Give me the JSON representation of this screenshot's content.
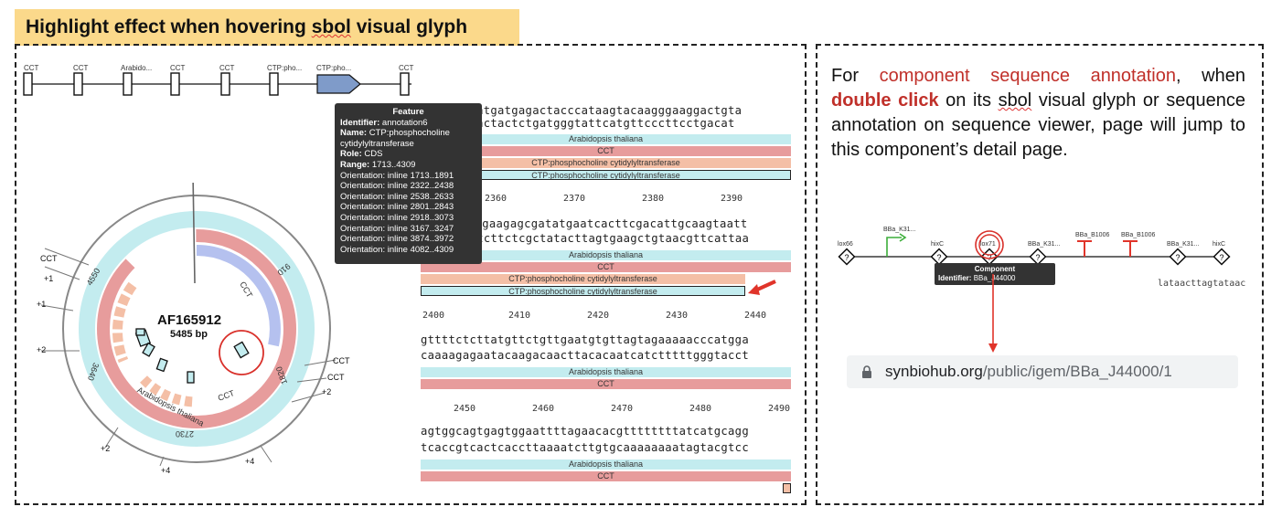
{
  "banner": {
    "title_part1": "Highlight effect when hovering ",
    "title_sbol": "sbol",
    "title_part2": " visual glyph"
  },
  "glyph_row": {
    "labels": [
      "CCT",
      "CCT",
      "Arabido...",
      "CCT",
      "CCT",
      "CTP:pho...",
      "CTP:pho...",
      "CCT"
    ]
  },
  "tooltip": {
    "header": "Feature",
    "identifier_label": "Identifier:",
    "identifier": "annotation6",
    "name_label": "Name:",
    "name": "CTP:phosphocholine cytidylyltransferase",
    "role_label": "Role:",
    "role": "CDS",
    "range_label": "Range:",
    "range": "1713..4309",
    "orientations": [
      "Orientation: inline 1713..1891",
      "Orientation: inline 2322..2438",
      "Orientation: inline 2538..2633",
      "Orientation: inline 2801..2843",
      "Orientation: inline 2918..3073",
      "Orientation: inline 3167..3247",
      "Orientation: inline 3874..3972",
      "Orientation: inline 4082..4309"
    ]
  },
  "circular": {
    "name": "AF165912",
    "length": "5485 bp",
    "ring_labels": {
      "ticks": [
        "910",
        "1820",
        "2730",
        "3640",
        "4550"
      ],
      "arabidopsis": "Arabidopsis thaliana",
      "cct_inner": "CCT",
      "cct_blue": "CCT"
    },
    "outer_labels": [
      "CCT",
      "+1",
      "+1",
      "+2",
      "CCT",
      "CCT",
      "+2",
      "+2",
      "+4",
      "+4"
    ]
  },
  "sequence": {
    "block1": {
      "top": "gtgttggaatgatgagactacccataagtacaagggaaggactgta",
      "bottom": "cacaacttactactctgatgggtattcatgttcccttcctgacat",
      "bars": [
        "Arabidopsis thaliana",
        "CCT",
        "CTP:phosphocholine cytidylyltransferase",
        "CTP:phosphocholine cytidylyltransferase"
      ],
      "ticks": [
        "2360",
        "2370",
        "2380",
        "2390"
      ]
    },
    "block2": {
      "top": "gagaagagcgatatgaatcacttcgacattgcaagtaatt",
      "bottom": "tctcttctcgctatacttagtgaagctgtaacgttcattaa",
      "bars": [
        "Arabidopsis thaliana",
        "CCT",
        "CTP:phosphocholine cytidylyltransferase",
        "CTP:phosphocholine cytidylyltransferase"
      ],
      "ticks": [
        "2400",
        "2410",
        "2420",
        "2430",
        "2440"
      ]
    },
    "block3": {
      "top": "gttttctcttatgttctgttgaatgtgttagtagaaaaacccatgga",
      "bottom": "caaaagagaatacaagacaacttacacaatcatctttttgggtacct",
      "bars": [
        "Arabidopsis thaliana",
        "CCT"
      ],
      "ticks": [
        "2450",
        "2460",
        "2470",
        "2480",
        "2490"
      ]
    },
    "block4": {
      "top": "agtggcagtgagtggaattttagaacacgttttttttatcatgcagg",
      "bottom": "tcaccgtcactcaccttaaaatcttgtgcaaaaaaaatagtacgtcc",
      "bars": [
        "Arabidopsis thaliana",
        "CCT"
      ]
    }
  },
  "right": {
    "p1": "For ",
    "p1_red": "component sequence annotation",
    "p2": ", when ",
    "p2_bold": "double click",
    "p3": " on its ",
    "p3_sbol": "sbol",
    "p4": " visual glyph or sequence annotation on sequence viewer, page will jump to this component’s detail page.",
    "mini_labels": [
      "lox66",
      "BBa_K31...",
      "hixC",
      "lox71",
      "BBa_K31...",
      "BBa_B1006",
      "BBa_B1006",
      "BBa_K31...",
      "hixC"
    ],
    "mini_tooltip_header": "Component",
    "mini_tooltip_id_label": "Identifier:",
    "mini_tooltip_id": "BBa_J44000",
    "mini_seq": "lataacttagtataac",
    "url_domain": "synbiohub.org",
    "url_path": "/public/igem/BBa_J44000/1"
  },
  "colors": {
    "banner": "#fbd98b",
    "cds_blue": "#7f9bc9",
    "cyan": "#c3ecef",
    "red": "#e79c9c",
    "peach": "#f4bfa6",
    "annotation_red": "#c0302a",
    "arrow_red": "#e0342a"
  }
}
